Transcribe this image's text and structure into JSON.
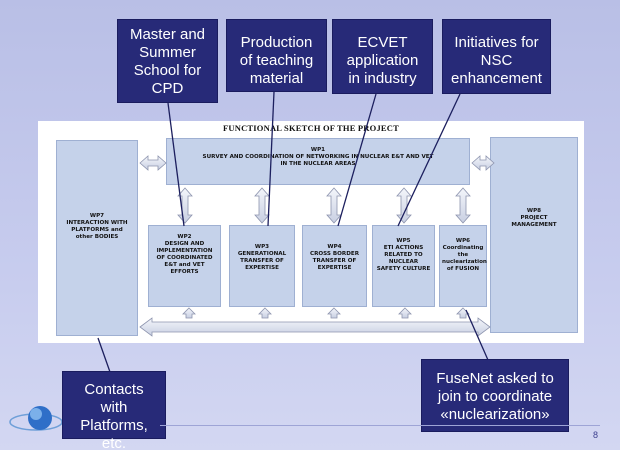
{
  "callouts": {
    "cpd": "Master and Summer School for CPD",
    "teaching": "Production of teaching material",
    "ecvet": "ECVET application in industry",
    "nsc": "Initiatives for NSC enhancement",
    "contacts": "Contacts with Platforms, etc.",
    "fusenet": "FuseNet asked to join to coordinate «nuclearization»"
  },
  "sketch": {
    "title": "FUNCTIONAL SKETCH OF THE PROJECT",
    "wp1": {
      "code": "WP1",
      "text": "SURVEY AND COORDINATION OF NETWORKING IN NUCLEAR E&T AND VET IN THE NUCLEAR AREAS"
    },
    "wp2": {
      "code": "WP2",
      "text": "DESIGN AND IMPLEMENTATION OF COORDINATED E&T and VET EFFORTS"
    },
    "wp3": {
      "code": "WP3",
      "text": "GENERATIONAL TRANSFER OF EXPERTISE"
    },
    "wp4": {
      "code": "WP4",
      "text": "CROSS BORDER TRANSFER OF EXPERTISE"
    },
    "wp5": {
      "code": "WP5",
      "text": "ETI ACTIONS RELATED TO NUCLEAR SAFETY CULTURE"
    },
    "wp6": {
      "code": "WP6",
      "text": "Coordinating the nuclearization of FUSION"
    },
    "wp7": {
      "code": "WP7",
      "text": "INTERACTION WITH PLATFORMS and other BODIES"
    },
    "wp8": {
      "code": "WP8",
      "text": "PROJECT MANAGEMENT"
    }
  },
  "page_number": "8",
  "colors": {
    "callout_bg": "#272a78",
    "wp_box": "#c5d2ea",
    "slide_bg": "#c2c7ec"
  }
}
